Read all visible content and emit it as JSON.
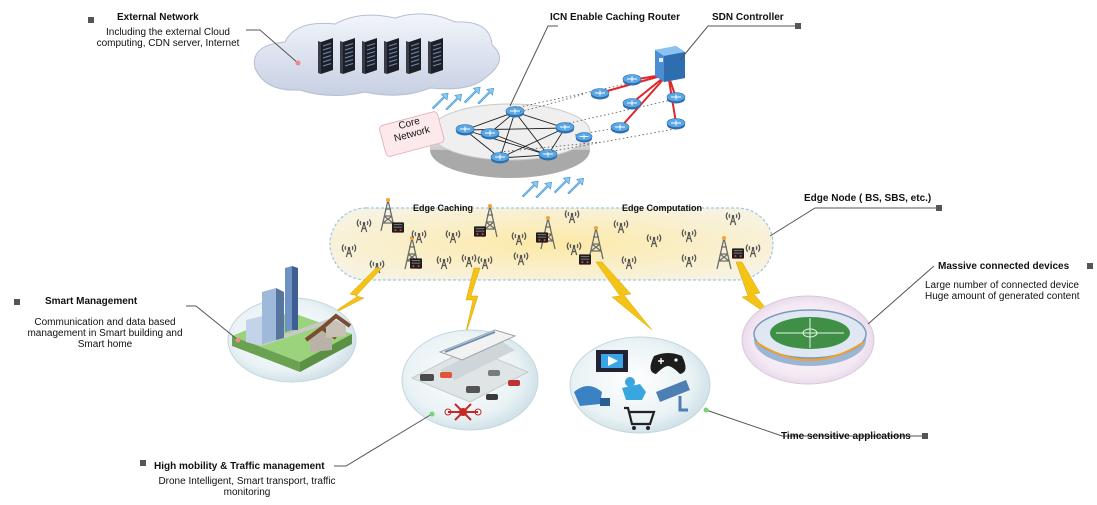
{
  "labels": {
    "external_network": {
      "title": "External Network",
      "desc": [
        "Including the external Cloud",
        "computing, CDN server, Internet"
      ]
    },
    "icn_router": {
      "title": "ICN Enable Caching Router"
    },
    "sdn_controller": {
      "title": "SDN Controller"
    },
    "core_network": [
      "Core",
      "Network"
    ],
    "edge_caching": "Edge Caching",
    "edge_computation": "Edge Computation",
    "edge_node": {
      "title": "Edge Node ( BS, SBS, etc.)"
    },
    "massive_devices": {
      "title": "Massive connected devices",
      "desc": [
        "Large number of connected device",
        "Huge amount of generated content"
      ]
    },
    "smart_management": {
      "title": "Smart Management",
      "desc": [
        "Communication and data based",
        "management in Smart building and",
        "Smart home"
      ]
    },
    "high_mobility": {
      "title": "High mobility & Traffic management",
      "desc": [
        "Drone Intelligent, Smart transport, traffic",
        "monitoring"
      ]
    },
    "time_sensitive": {
      "title": "Time sensitive applications"
    }
  },
  "colors": {
    "link_red": "#e0262a",
    "lightning": "#f3c316",
    "edge_fill": "#fbedb8",
    "router_blue": "#3f8fd0",
    "leader": "#555555"
  }
}
